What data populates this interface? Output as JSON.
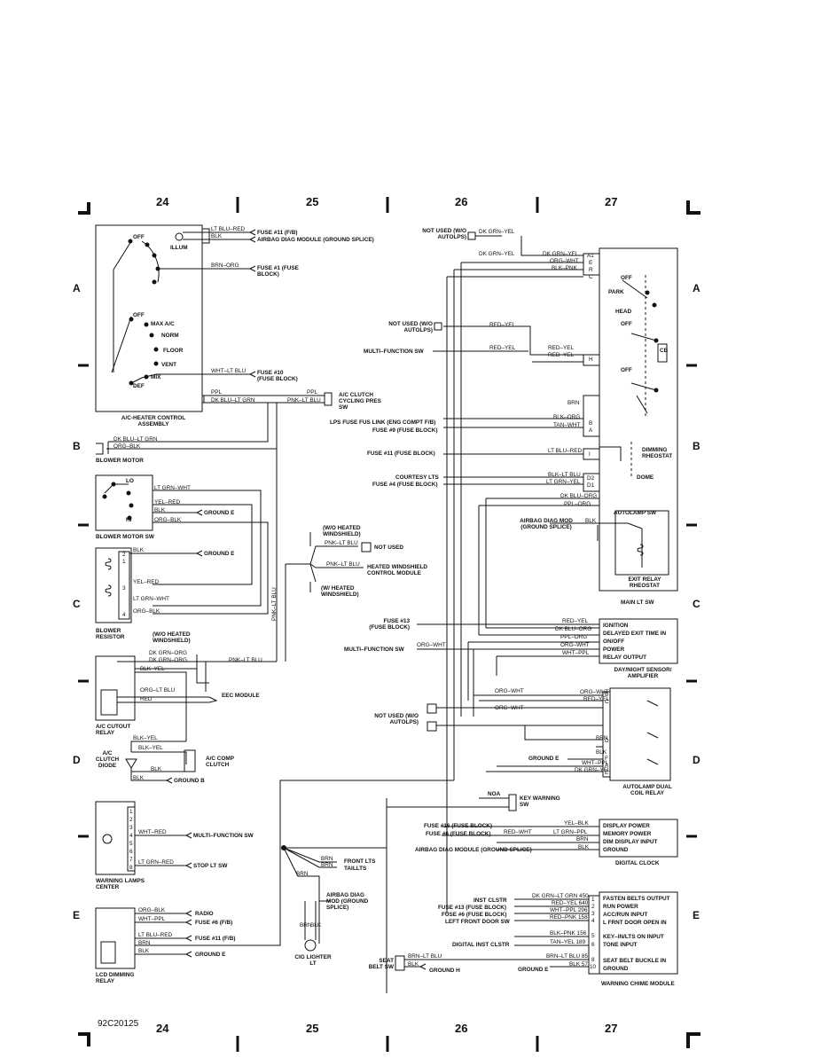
{
  "figure_code": "92C20125",
  "grid_columns": [
    "24",
    "25",
    "26",
    "27"
  ],
  "grid_rows": [
    "A",
    "B",
    "C",
    "D",
    "E"
  ],
  "heater": {
    "title": "A/C-HEATER CONTROL ASSEMBLY",
    "illum": "ILLUM",
    "off1": "OFF",
    "off2": "OFF",
    "max_ac": "MAX A/C",
    "norm": "NORM",
    "floor": "FLOOR",
    "vent": "VENT",
    "mix": "MIX",
    "def": "DEF",
    "w1": "LT BLU–RED",
    "d1": "FUSE #11 (F/B)",
    "w2": "BLK",
    "d2": "AIRBAG DIAG MODULE (GROUND SPLICE)",
    "w3": "BRN–ORG",
    "d3": "FUSE #1 (FUSE BLOCK)",
    "w4": "WHT–LT BLU",
    "d4": "FUSE #10 (FUSE BLOCK)",
    "w5": "PPL",
    "w6": "DK BLU–LT GRN",
    "w5b": "PPL",
    "w6b": "PNK–LT BLU"
  },
  "ac_clutch_sw": "A/C CLUTCH CYCLING PRES SW",
  "blower_motor": {
    "title": "BLOWER MOTOR",
    "w1": "DK BLU–LT GRN",
    "w2": "ORG–BLK"
  },
  "blower_sw": {
    "title": "BLOWER MOTOR SW",
    "lo": "LO",
    "hi": "HI",
    "w1": "LT GRN–WHT",
    "w2": "YEL–RED",
    "w3": "BLK",
    "w4": "ORG–BLK",
    "gnd": "GROUND E"
  },
  "blower_res": {
    "title": "BLOWER RESISTOR",
    "w1": "BLK",
    "gnd": "GROUND E",
    "w2": "YEL–RED",
    "w3": "LT GRN–WHT",
    "w4": "ORG–BLK",
    "p1": "1",
    "p2": "2",
    "p3": "3",
    "p4": "4"
  },
  "heated_ws": {
    "wo": "(W/O HEATED WINDSHIELD)",
    "w1": "PNK–LT BLU",
    "not_used": "NOT USED",
    "w2": "PNK–LT BLU",
    "module": "HEATED WINDSHIELD CONTROL MODULE",
    "with": "(W/ HEATED WINDSHIELD)",
    "vert": "PNK–LT BLU"
  },
  "ac_cutout": {
    "title": "A/C CUTOUT RELAY",
    "wo": "(W/O HEATED WINDSHIELD)",
    "w1": "DK GRN–ORG",
    "w2": "DK GRN–ORG",
    "w3": "PNK–LT BLU",
    "w4": "BLK–YEL",
    "w5": "ORG–LT BLU",
    "w6": "RED",
    "eec": "EEC MODULE"
  },
  "clutch": {
    "diode": "A/C CLUTCH DIODE",
    "comp": "A/C COMP CLUTCH",
    "w1": "BLK–YEL",
    "w2": "BLK–YEL",
    "w3": "BLK",
    "w4": "BLK",
    "gnd": "GROUND B"
  },
  "warning_lamps": {
    "title": "WARNING LAMPS CENTER",
    "w1": "WHT–RED",
    "d1": "MULTI–FUNCTION SW",
    "w2": "LT GRN–RED",
    "d2": "STOP LT SW",
    "pins": [
      "1",
      "2",
      "3",
      "4",
      "5",
      "6",
      "7",
      "8"
    ]
  },
  "lcd_relay": {
    "title": "LCD DIMMING RELAY",
    "w1": "ORG–BLK",
    "d1": "RADIO",
    "w2": "WHT–PPL",
    "d2": "FUSE #6 (F/B)",
    "w3": "LT BLU–RED",
    "d3": "FUSE #11 (F/B)",
    "w4": "BRN",
    "w5": "BLK",
    "d5": "GROUND E"
  },
  "center": {
    "brn1": "BRN",
    "brn2": "BRN",
    "front_lts": "FRONT LTS",
    "taillts": "TAILLTS",
    "brn3": "BRN",
    "airbag": "AIRBAG DIAG MOD (GROUND SPLICE)",
    "cig": "CIG LIGHTER LT",
    "v_brn": "BRN",
    "v_blk": "BLK"
  },
  "main_lt_sw": {
    "title": "MAIN LT SW",
    "nu1": "NOT USED (W/O AUTOLPS)",
    "nu1_w": "DK GRN–YEL",
    "wA1": "DK GRN–YEL",
    "wA1b": "DK GRN–YEL",
    "wE": "ORG–WHT",
    "wR": "BLK–PNK",
    "nu2": "NOT USED (W/O AUTOLPS)",
    "nu2_w": "RED–YEL",
    "mfs": "MULTI–FUNCTION SW",
    "mfs_w": "RED–YEL",
    "red_yel": "RED–YEL",
    "red_yel2": "RED–YEL",
    "wH": "RED–YEL",
    "park": "PARK",
    "head": "HEAD",
    "off1": "OFF",
    "off2": "OFF",
    "off3": "OFF",
    "cb": "CB",
    "wBRN": "BRN",
    "lps": "LPS FUSE FUS LINK (ENG COMPT F/B)",
    "lps_w": "BLK–ORG",
    "f9": "FUSE #9 (FUSE BLOCK)",
    "f9_w": "TAN–WHT",
    "f11": "FUSE #11 (FUSE BLOCK)",
    "f11_w": "LT BLU–RED",
    "dimming": "DIMMING RHEOSTAT",
    "courtesy": "COURTESY LTS",
    "ct_w": "BLK–LT BLU",
    "f4": "FUSE #4 (FUSE BLOCK)",
    "f4_w": "LT GRN–YEL",
    "dome": "DOME",
    "w_dkblu": "DK BLU–ORG",
    "w_ppl": "PPL–ORG",
    "autolamp_sw": "AUTOLAMP SW",
    "airbag": "AIRBAG DIAG MOD (GROUND SPLICE)",
    "blk": "BLK",
    "exit": "EXIT RELAY RHEOSTAT",
    "pins": [
      "A1",
      "E",
      "R",
      "C",
      "H",
      "B",
      "A",
      "I",
      "D2",
      "D1"
    ]
  },
  "day_night": {
    "title": "DAY/NIGHT SENSOR/ AMPLIFIER",
    "f13": "FUSE #13 (FUSE BLOCK)",
    "w1": "RED–YEL",
    "w2": "DK BLU–ORG",
    "w3": "PPL–ORG",
    "w4": "ORG–WHT",
    "w5": "WHT–PPL",
    "mfs": "MULTI–FUNCTION SW",
    "mfs_w": "ORG–WHT",
    "f1": "IGNITION",
    "f2": "DELAYED EXIT TIME IN",
    "f3": "ON/OFF",
    "f4": "POWER",
    "f5": "RELAY OUTPUT"
  },
  "autolamp_relay": {
    "title": "AUTOLAMP DUAL COIL RELAY",
    "w1": "ORG–WHT",
    "w2": "RED–YEL",
    "w3": "ORG–WHT",
    "w4": "ORG–WHT",
    "nu": "NOT USED (W/O AUTOLPS)",
    "w5": "BRN",
    "w6": "BLK",
    "gnd": "GROUND E",
    "w7": "WHT–PPL",
    "w8": "DK GRN–YEL",
    "pins": [
      "B",
      "C",
      "D",
      "F",
      "A",
      "E"
    ]
  },
  "key_warning": {
    "title": "KEY WARNING SW",
    "noa": "NOA"
  },
  "digital_clock": {
    "title": "DIGITAL CLOCK",
    "f16": "FUSE #16 (FUSE BLOCK)",
    "w1": "YEL–BLK",
    "f6": "FUSE #6 (FUSE BLOCK)",
    "w2a": "RED–WHT",
    "w2": "LT GRN–PPL",
    "w3": "BRN",
    "airbag": "AIRBAG DIAG MODULE (GROUND SPLICE)",
    "w4": "BLK",
    "f1": "DISPLAY POWER",
    "f2": "MEMORY POWER",
    "f3": "DIM DISPLAY INPUT",
    "f4": "GROUND"
  },
  "chime": {
    "title": "WARNING CHIME MODULE",
    "s1": "INST CLSTR",
    "w1": "DK GRN–LT GRN 450",
    "f1": "FASTEN BELTS OUTPUT",
    "s2": "FUSE #13 (FUSE BLOCK)",
    "w2": "RED–YEL 640",
    "f2": "RUN POWER",
    "s3": "FUSE #6 (FUSE BLOCK)",
    "w3": "WHT–PPL 296",
    "f3": "ACC/RUN INPUT",
    "s4": "LEFT FRONT DOOR SW",
    "w4": "RED–PNK 158",
    "f4": "L FRNT DOOR OPEN IN",
    "w5": "BLK–PNK 156",
    "f5": "KEY–IN/LTS ON INPUT",
    "s6": "DIGITAL INST CLSTR",
    "w6": "TAN–YEL 189",
    "f6": "TONE INPUT",
    "belt": "SEAT BELT SW",
    "w7a": "BRN–LT BLU",
    "w7": "BRN–LT BLU 85",
    "f7": "SEAT BELT BUCKLE IN",
    "w8a": "BLK",
    "gndh": "GROUND H",
    "gnde": "GROUND E",
    "w8": "BLK 57",
    "f8": "GROUND",
    "pins": [
      "1",
      "2",
      "3",
      "4",
      "5",
      "6",
      "8",
      "10"
    ]
  }
}
